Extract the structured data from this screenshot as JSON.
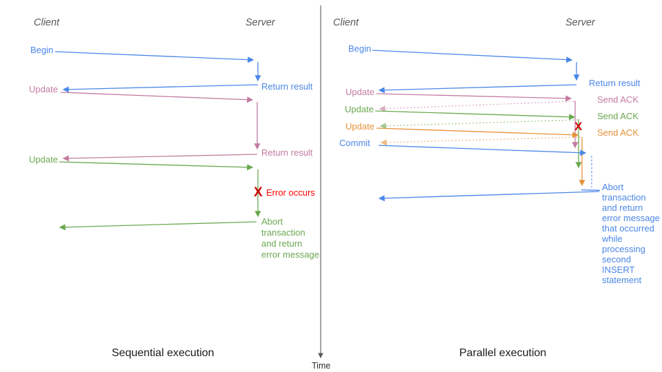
{
  "palette": {
    "blue": "#4a86e8",
    "pink": "#c27ba0",
    "green": "#6aa84f",
    "orange": "#e69138",
    "error_x": "#cc0000",
    "error_text": "#ff0000",
    "header_gray": "#575757",
    "axis_gray": "#595959"
  },
  "time_axis": {
    "label": "Time"
  },
  "sequential": {
    "caption": "Sequential execution",
    "client_header": "Client",
    "server_header": "Server",
    "messages": {
      "begin": "Begin",
      "update1": "Update",
      "update2": "Update"
    },
    "responses": {
      "return1": "Return result",
      "return2": "Return result"
    },
    "error": {
      "x_mark": "X",
      "label": "Error occurs"
    },
    "abort": "Abort\ntransaction\nand return\nerror message"
  },
  "parallel": {
    "caption": "Parallel execution",
    "client_header": "Client",
    "server_header": "Server",
    "messages": {
      "begin": "Begin",
      "update1": "Update",
      "update2": "Update",
      "update3": "Update",
      "commit": "Commit"
    },
    "responses": {
      "return1": "Return result",
      "ack1": "Send ACK",
      "ack2": "Send ACK",
      "ack3": "Send ACK"
    },
    "error": {
      "x_mark": "X"
    },
    "abort": "Abort\ntransaction\nand return\nerror message\nthat occurred\nwhile\nprocessing\nsecond\nINSERT\nstatement"
  }
}
